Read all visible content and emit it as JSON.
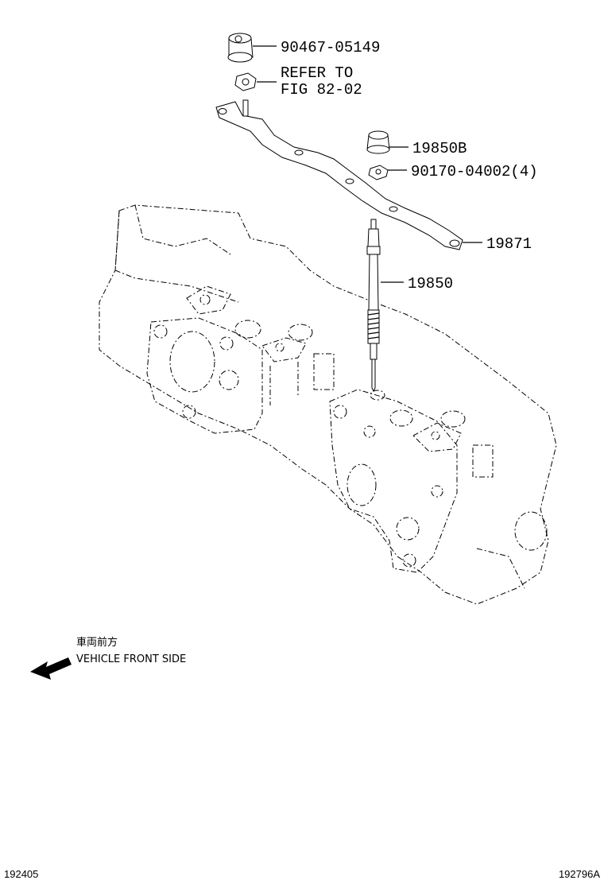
{
  "parts": [
    {
      "id": "nut-top",
      "number": "90467-05149"
    },
    {
      "id": "refer",
      "line1": "REFER  TO",
      "line2": "FIG 82-02"
    },
    {
      "id": "cap",
      "number": "19850B"
    },
    {
      "id": "nut-small",
      "number": "90170-04002(4)"
    },
    {
      "id": "bus-bar",
      "number": "19871"
    },
    {
      "id": "glow-plug",
      "number": "19850"
    }
  ],
  "direction": {
    "label_jp": "車両前方",
    "label_en": "VEHICLE FRONT SIDE",
    "icon": "arrow-left-icon"
  },
  "footer": {
    "left_code": "192405",
    "right_code": "192796A"
  }
}
